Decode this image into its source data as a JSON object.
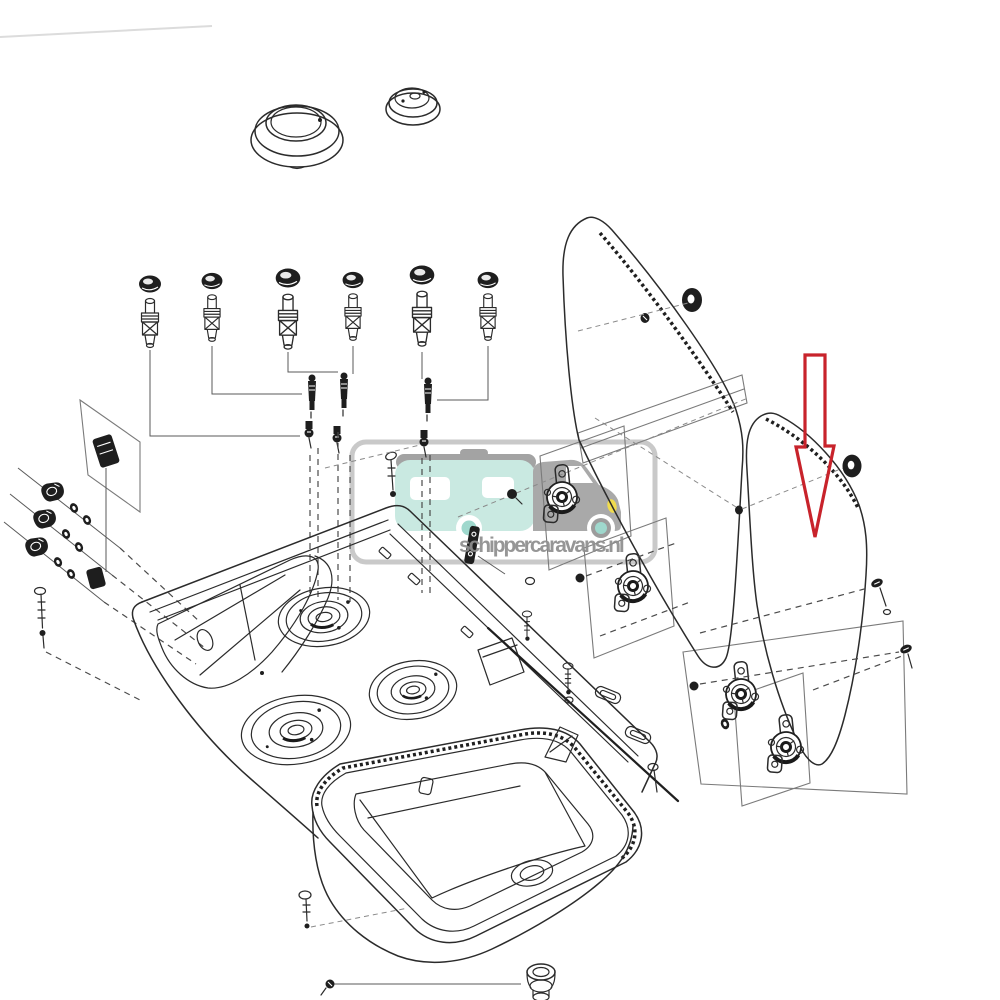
{
  "diagram": {
    "type": "exploded-parts-diagram",
    "subject": "Caravan combination gas hob and sink unit, exploded view",
    "background_color": "#ffffff",
    "line_color": "#2b2b2b",
    "guide_line_color": "#4a4a4a",
    "highlight_arrow": {
      "color": "#c8232b",
      "points_to": "right glass lid"
    },
    "watermark": {
      "text": "schippercaravans.nl",
      "text_color": "#8e8e8e",
      "badge_border_color": "#c9c9c9",
      "caravan_color": "#c9e9e1",
      "roof_color": "#a3a3a3",
      "car_color": "#a9a9a9",
      "wheel_accent_color": "#9fd8cd",
      "headlight_color": "#f0dc4e"
    },
    "parts": [
      {
        "id": "burner-cap-large",
        "label": "burner cap (large)"
      },
      {
        "id": "burner-cap-small",
        "label": "burner cap (small)"
      },
      {
        "id": "gas-valves",
        "label": "gas burner valves (6)"
      },
      {
        "id": "igniter-electrodes",
        "label": "igniter / thermocouple electrodes"
      },
      {
        "id": "control-knobs",
        "label": "control knobs (3)"
      },
      {
        "id": "mounting-bracket",
        "label": "mounting bracket"
      },
      {
        "id": "hob-top",
        "label": "hob top with 3 burner rings"
      },
      {
        "id": "sink-basin",
        "label": "sink basin"
      },
      {
        "id": "drain-plug",
        "label": "drain plug"
      },
      {
        "id": "glass-lid-left",
        "label": "glass lid (left)"
      },
      {
        "id": "glass-lid-right",
        "label": "glass lid (right, highlighted)"
      },
      {
        "id": "lid-hinges",
        "label": "lid hinges (4)"
      },
      {
        "id": "rubber-buffers",
        "label": "rubber buffers"
      },
      {
        "id": "fixing-screws",
        "label": "fixing screws and washers"
      }
    ]
  }
}
